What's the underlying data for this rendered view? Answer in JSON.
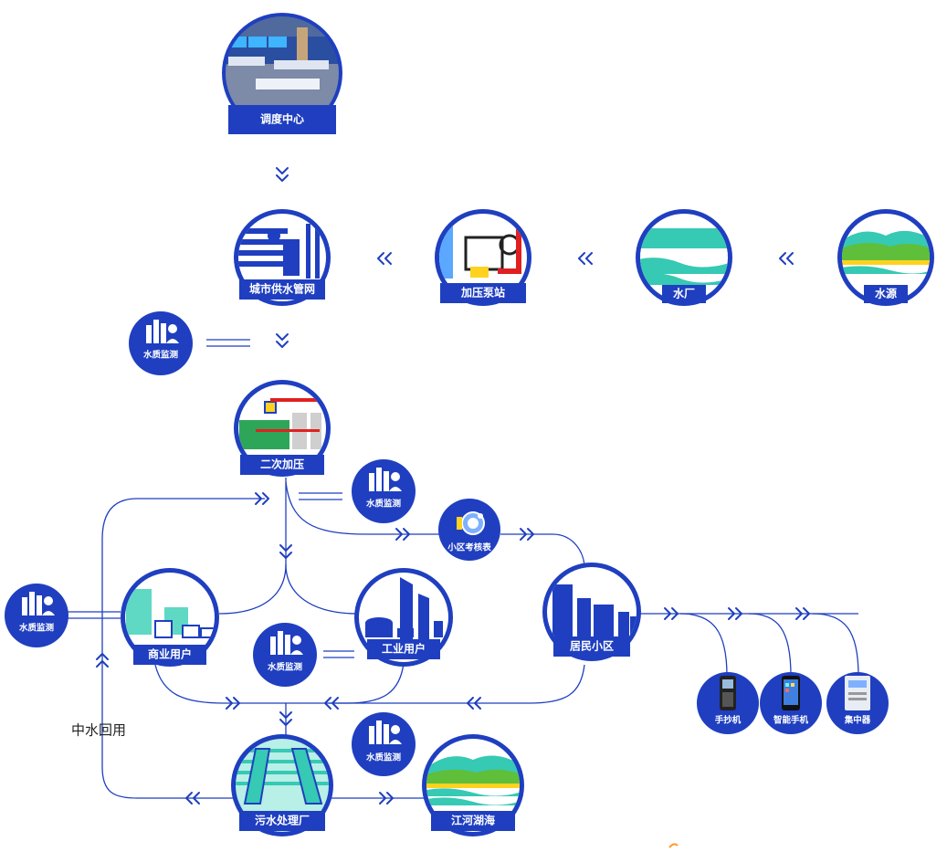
{
  "colors": {
    "primary": "#1f3fc0",
    "dark": "#0f2a9c",
    "teal": "#36c9b4",
    "light_teal": "#b8efe6",
    "green": "#5fbf3a",
    "gray": "#b9b9b9",
    "red": "#e02020",
    "yellow": "#ffd21f"
  },
  "nodes": {
    "dispatch_center": "调度中心",
    "city_pipe_network": "城市供水管网",
    "booster_station": "加压泵站",
    "water_plant": "水厂",
    "water_source": "水源",
    "secondary_pressure": "二次加压",
    "commercial_users": "商业用户",
    "industrial_users": "工业用户",
    "residential_area": "居民小区",
    "sewage_plant": "污水处理厂",
    "rivers_lakes": "江河湖海"
  },
  "small_nodes": {
    "district_meter": "小区考核表",
    "handheld_reader": "手抄机",
    "smartphone": "智能手机",
    "concentrator": "集中器"
  },
  "quality_monitor_label": "水质监测",
  "reclaimed_water_label": "中水回用"
}
